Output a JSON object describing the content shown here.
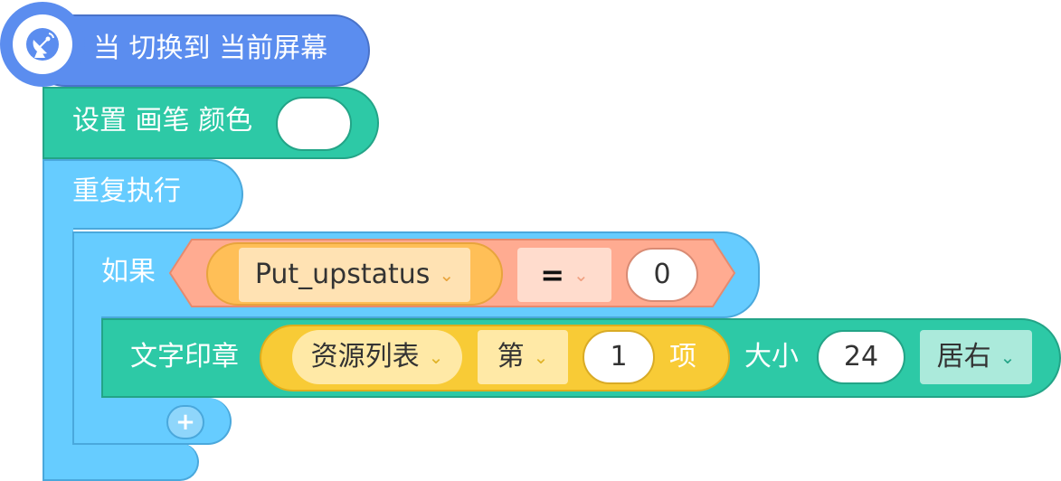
{
  "hat_block": {
    "label": "当 切换到 当前屏幕",
    "icon": "satellite-dish-icon",
    "color": "#5b8def"
  },
  "set_pen_block": {
    "label": "设置 画笔 颜色",
    "color_value": "#ffffff",
    "block_color": "#2dc9a6"
  },
  "repeat_block": {
    "label": "重复执行",
    "color": "#66ccff"
  },
  "if_block": {
    "label": "如果",
    "condition": {
      "variable": "Put_upstatus",
      "operator": "=",
      "value": "0"
    }
  },
  "text_stamp_block": {
    "label": "文字印章",
    "list": "资源列表",
    "nth_label": "第",
    "index": "1",
    "item_label": "项",
    "size_label": "大小",
    "size_value": "24",
    "align": "居右"
  },
  "add_button": {
    "symbol": "+"
  }
}
